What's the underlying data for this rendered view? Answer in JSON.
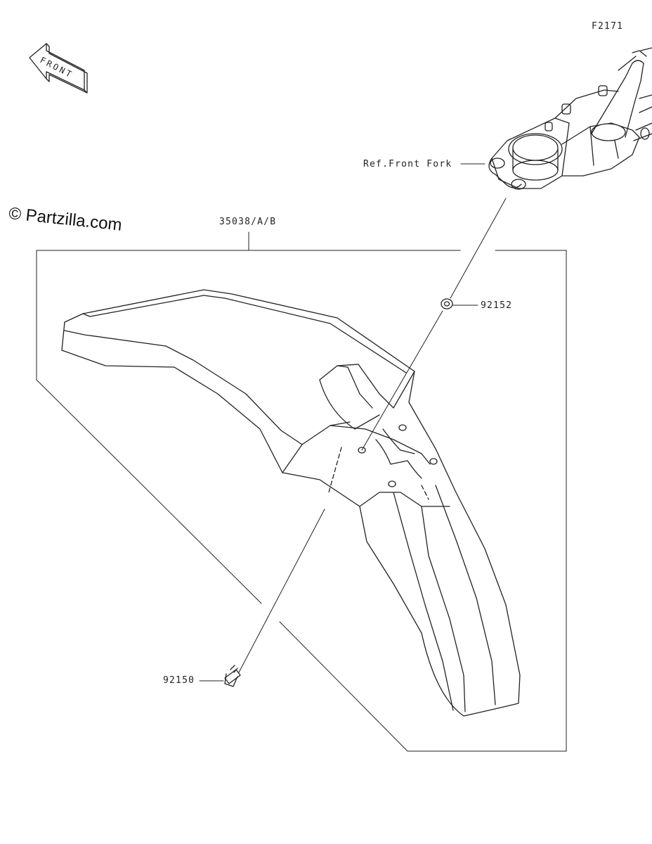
{
  "figure_id": "F2171",
  "watermark": "© Partzilla.com",
  "front_arrow_text": "FRONT",
  "reference_label": "Ref.Front Fork",
  "parts": [
    {
      "part_number": "35038/A/B"
    },
    {
      "part_number": "92152"
    },
    {
      "part_number": "92150"
    }
  ]
}
